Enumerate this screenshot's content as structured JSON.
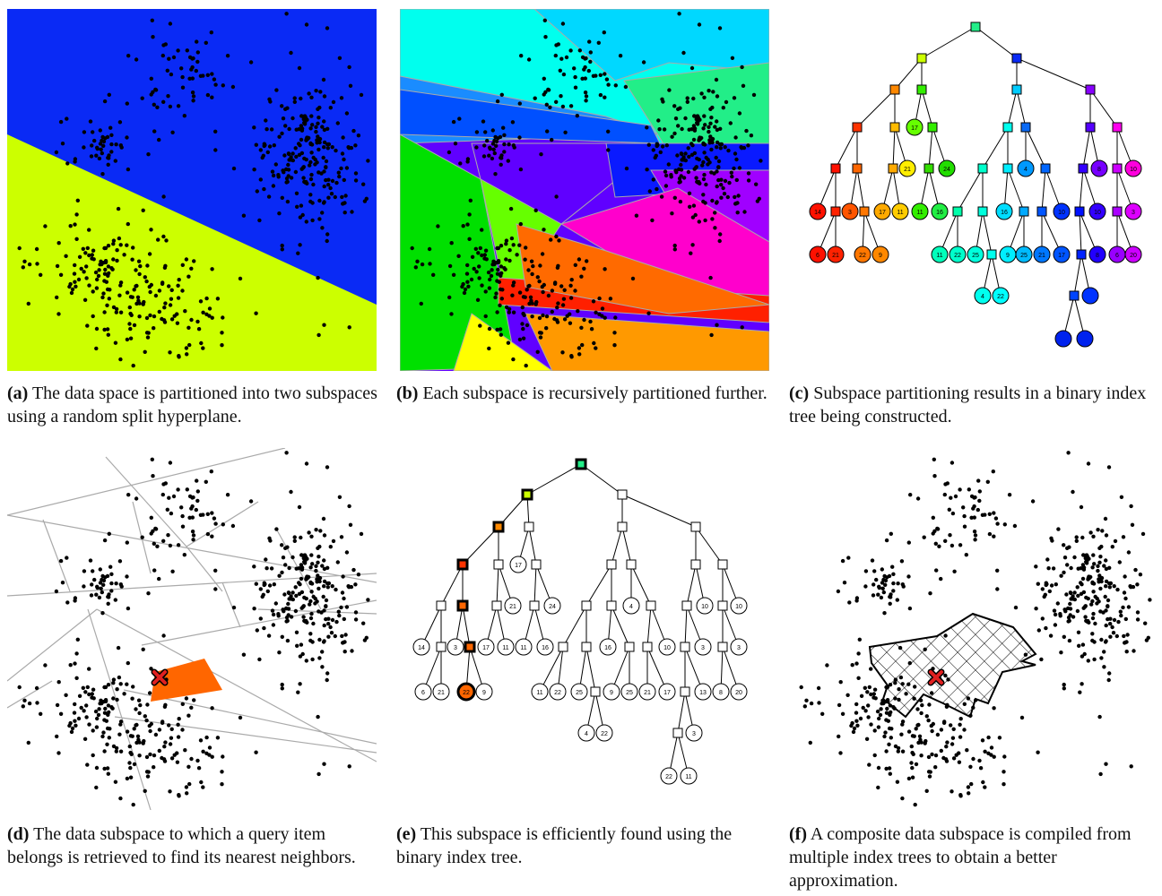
{
  "captions": {
    "a": {
      "label": "(a)",
      "text": " The data space is partitioned into two subspaces using a random split hyperplane."
    },
    "b": {
      "label": "(b)",
      "text": " Each subspace is recursively partitioned further."
    },
    "c": {
      "label": "(c)",
      "text": " Subspace partitioning results in a binary index tree being constructed."
    },
    "d": {
      "label": "(d)",
      "text": " The data subspace to which a query item belongs is retrieved to find its nearest neighbors."
    },
    "e": {
      "label": "(e)",
      "text": " This subspace is efficiently found using the binary index tree."
    },
    "f": {
      "label": "(f)",
      "text": " A composite data subspace is compiled from multiple index trees to obtain a better approximation."
    }
  },
  "colors": {
    "blue": "#0a2af5",
    "yellow_green": "#ccff00",
    "highlight": "#ff6600",
    "point": "#000000",
    "edge": "#aaaaaa"
  },
  "tree_c_labels": [
    "17",
    "21",
    "24",
    "11",
    "16",
    "14",
    "3",
    "17",
    "11",
    "22",
    "9",
    "10",
    "11",
    "22",
    "25",
    "9",
    "25",
    "21",
    "4",
    "22"
  ],
  "tree_e_labels": [
    "17",
    "21",
    "24",
    "14",
    "3",
    "17",
    "11",
    "11",
    "16",
    "4",
    "10",
    "10",
    "10",
    "6",
    "21",
    "22",
    "9",
    "11",
    "22",
    "25",
    "9",
    "25",
    "21",
    "17",
    "13",
    "8",
    "20",
    "4",
    "22",
    "22",
    "11",
    "22",
    "3"
  ]
}
